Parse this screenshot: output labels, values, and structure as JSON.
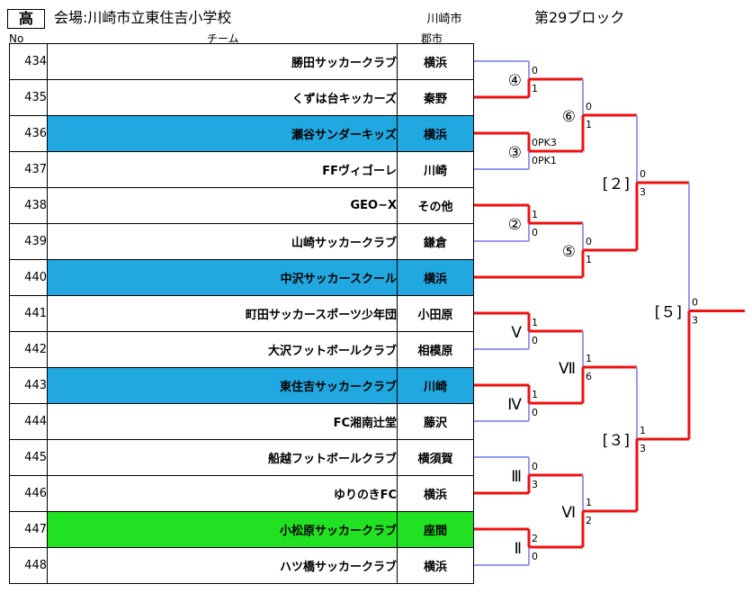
{
  "header": {
    "grade": "高",
    "venue": "会場:川崎市立東住吉小学校",
    "city": "川崎市",
    "block": "第29ブロック"
  },
  "columns": {
    "no": "No",
    "team": "チーム",
    "city": "郡市"
  },
  "teams": [
    {
      "no": "434",
      "name": "勝田サッカークラブ",
      "city": "横浜",
      "hl": ""
    },
    {
      "no": "435",
      "name": "くずは台キッカーズ",
      "city": "秦野",
      "hl": ""
    },
    {
      "no": "436",
      "name": "瀬谷サンダーキッズ",
      "city": "横浜",
      "hl": "blue"
    },
    {
      "no": "437",
      "name": "FFヴィゴーレ",
      "city": "川崎",
      "hl": ""
    },
    {
      "no": "438",
      "name": "GEO−X",
      "city": "その他",
      "hl": ""
    },
    {
      "no": "439",
      "name": "山崎サッカークラブ",
      "city": "鎌倉",
      "hl": ""
    },
    {
      "no": "440",
      "name": "中沢サッカースクール",
      "city": "横浜",
      "hl": "blue"
    },
    {
      "no": "441",
      "name": "町田サッカースポーツ少年団",
      "city": "小田原",
      "hl": ""
    },
    {
      "no": "442",
      "name": "大沢フットボールクラブ",
      "city": "相模原",
      "hl": ""
    },
    {
      "no": "443",
      "name": "東住吉サッカークラブ",
      "city": "川崎",
      "hl": "blue"
    },
    {
      "no": "444",
      "name": "FC湘南辻堂",
      "city": "藤沢",
      "hl": ""
    },
    {
      "no": "445",
      "name": "船越フットボールクラブ",
      "city": "横須賀",
      "hl": ""
    },
    {
      "no": "446",
      "name": "ゆりのきFC",
      "city": "横浜",
      "hl": ""
    },
    {
      "no": "447",
      "name": "小松原サッカークラブ",
      "city": "座間",
      "hl": "green"
    },
    {
      "no": "448",
      "name": "ハツ橋サッカークラブ",
      "city": "横浜",
      "hl": ""
    }
  ],
  "bracket": {
    "matches": [
      {
        "label": "④",
        "top": "0",
        "bottom": "1"
      },
      {
        "label": "③",
        "top": "0PK3",
        "bottom": "0PK1"
      },
      {
        "label": "②",
        "top": "1",
        "bottom": "0"
      },
      {
        "label": "Ⅴ",
        "top": "1",
        "bottom": "0"
      },
      {
        "label": "Ⅳ",
        "top": "1",
        "bottom": "0"
      },
      {
        "label": "Ⅲ",
        "top": "0",
        "bottom": "3"
      },
      {
        "label": "Ⅱ",
        "top": "2",
        "bottom": "0"
      },
      {
        "label": "⑥",
        "top": "0",
        "bottom": "1"
      },
      {
        "label": "⑤",
        "top": "0",
        "bottom": "1"
      },
      {
        "label": "Ⅶ",
        "top": "1",
        "bottom": "6"
      },
      {
        "label": "Ⅵ",
        "top": "1",
        "bottom": "2"
      },
      {
        "label": "[２]",
        "top": "0",
        "bottom": "3"
      },
      {
        "label": "[３]",
        "top": "1",
        "bottom": "3"
      },
      {
        "label": "[５]",
        "top": "0",
        "bottom": "3"
      }
    ]
  }
}
